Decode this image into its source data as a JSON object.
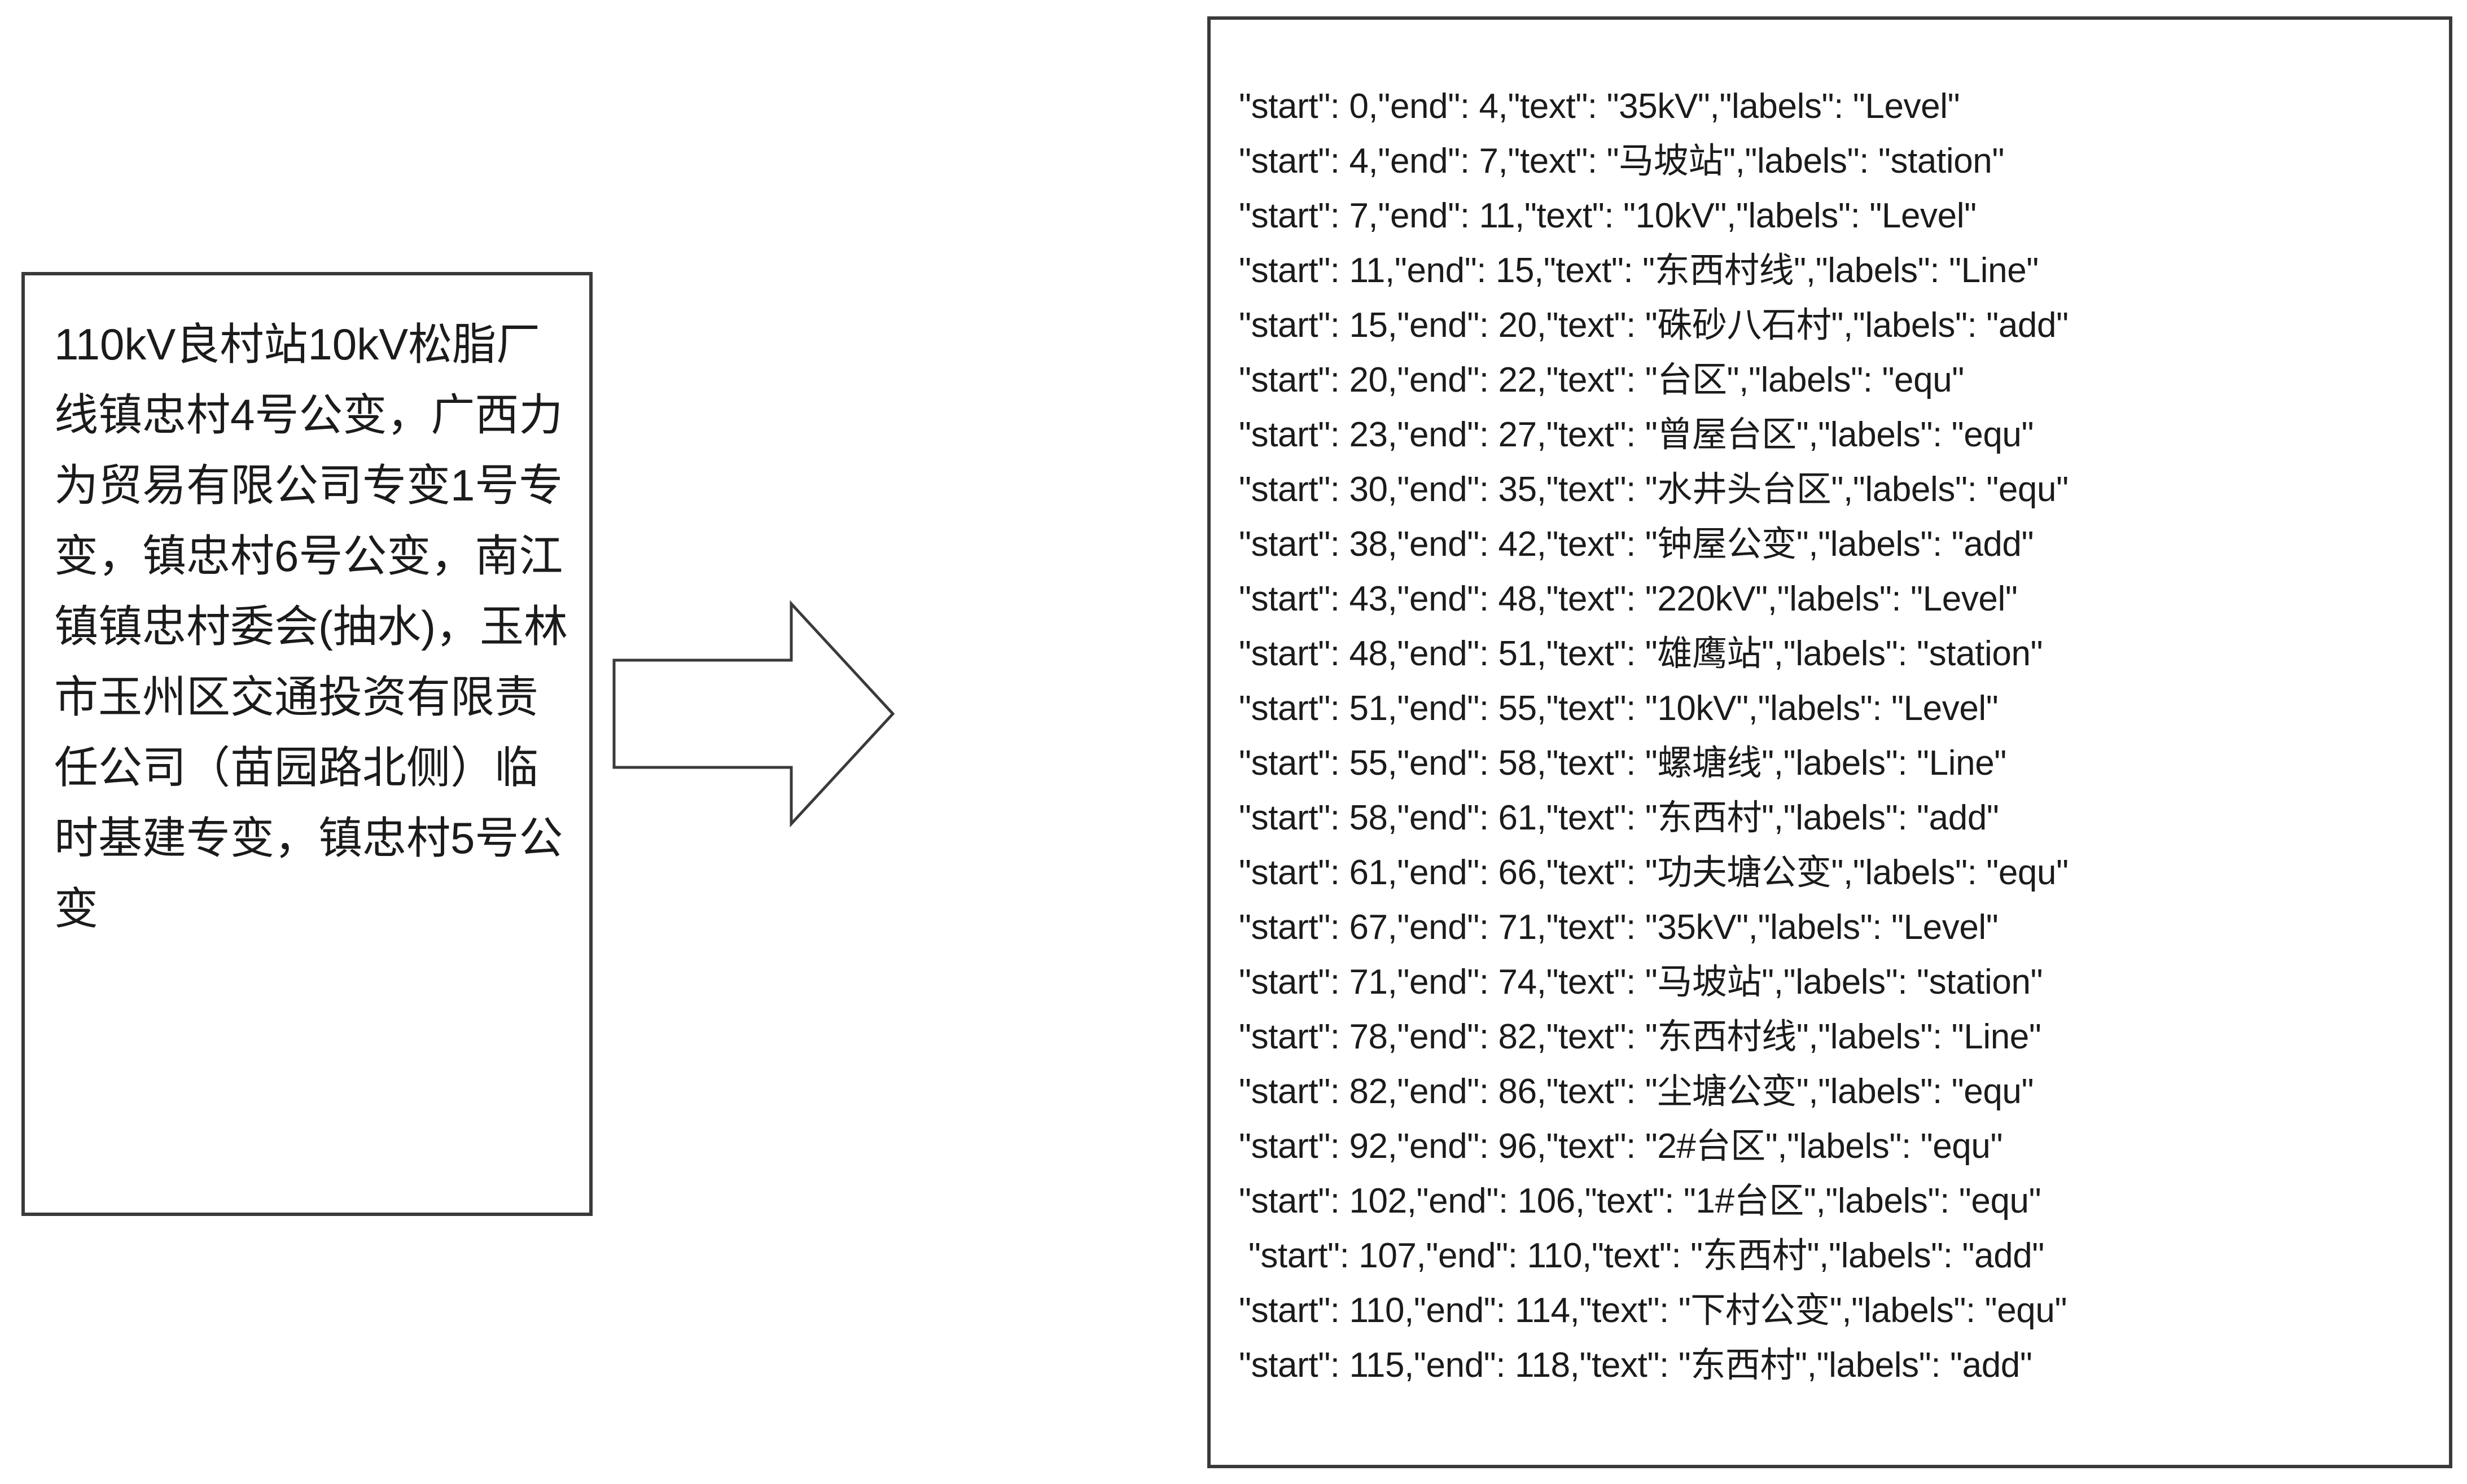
{
  "source": {
    "label": "input-text-panel",
    "text": "110kV良村站10kV松脂厂线镇忠村4号公变，广西力为贸易有限公司专变1号专变，镇忠村6号公变，南江镇镇忠村委会(抽水)，玉林市玉州区交通投资有限责任公司（苗园路北侧）临时基建专变，镇忠村5号公变"
  },
  "arrow": {
    "name": "right-arrow",
    "direction": "right",
    "stroke": "#3a3a3a",
    "fill": "#ffffff"
  },
  "annotations": {
    "label": "entity-annotation-panel",
    "lines": [
      "\"start\": 0,\"end\": 4,\"text\": \"35kV\",\"labels\": \"Level\"",
      "\"start\": 4,\"end\": 7,\"text\": \"马坡站\",\"labels\": \"station\"",
      "\"start\": 7,\"end\": 11,\"text\": \"10kV\",\"labels\": \"Level\"",
      "\"start\": 11,\"end\": 15,\"text\": \"东西村线\",\"labels\": \"Line\"",
      "\"start\": 15,\"end\": 20,\"text\": \"硃砂八石村\",\"labels\": \"add\"",
      "\"start\": 20,\"end\": 22,\"text\": \"台区\",\"labels\": \"equ\"",
      "\"start\": 23,\"end\": 27,\"text\": \"曾屋台区\",\"labels\": \"equ\"",
      "\"start\": 30,\"end\": 35,\"text\": \"水井头台区\",\"labels\": \"equ\"",
      "\"start\": 38,\"end\": 42,\"text\": \"钟屋公变\",\"labels\": \"add\"",
      "\"start\": 43,\"end\": 48,\"text\": \"220kV\",\"labels\": \"Level\"",
      "\"start\": 48,\"end\": 51,\"text\": \"雄鹰站\",\"labels\": \"station\"",
      "\"start\": 51,\"end\": 55,\"text\": \"10kV\",\"labels\": \"Level\"",
      "\"start\": 55,\"end\": 58,\"text\": \"螺塘线\",\"labels\": \"Line\"",
      "\"start\": 58,\"end\": 61,\"text\": \"东西村\",\"labels\": \"add\"",
      "\"start\": 61,\"end\": 66,\"text\": \"功夫塘公变\",\"labels\": \"equ\"",
      "\"start\": 67,\"end\": 71,\"text\": \"35kV\",\"labels\": \"Level\"",
      "\"start\": 71,\"end\": 74,\"text\": \"马坡站\",\"labels\": \"station\"",
      "\"start\": 78,\"end\": 82,\"text\": \"东西村线\",\"labels\": \"Line\"",
      "\"start\": 82,\"end\": 86,\"text\": \"尘塘公变\",\"labels\": \"equ\"",
      "\"start\": 92,\"end\": 96,\"text\": \"2#台区\",\"labels\": \"equ\"",
      "\"start\": 102,\"end\": 106,\"text\": \"1#台区\",\"labels\": \"equ\"",
      " \"start\": 107,\"end\": 110,\"text\": \"东西村\",\"labels\": \"add\"",
      "\"start\": 110,\"end\": 114,\"text\": \"下村公变\",\"labels\": \"equ\"",
      "\"start\": 115,\"end\": 118,\"text\": \"东西村\",\"labels\": \"add\""
    ]
  },
  "colors": {
    "border": "#3a3a3a",
    "text": "#1b1b1b",
    "background": "#ffffff"
  }
}
